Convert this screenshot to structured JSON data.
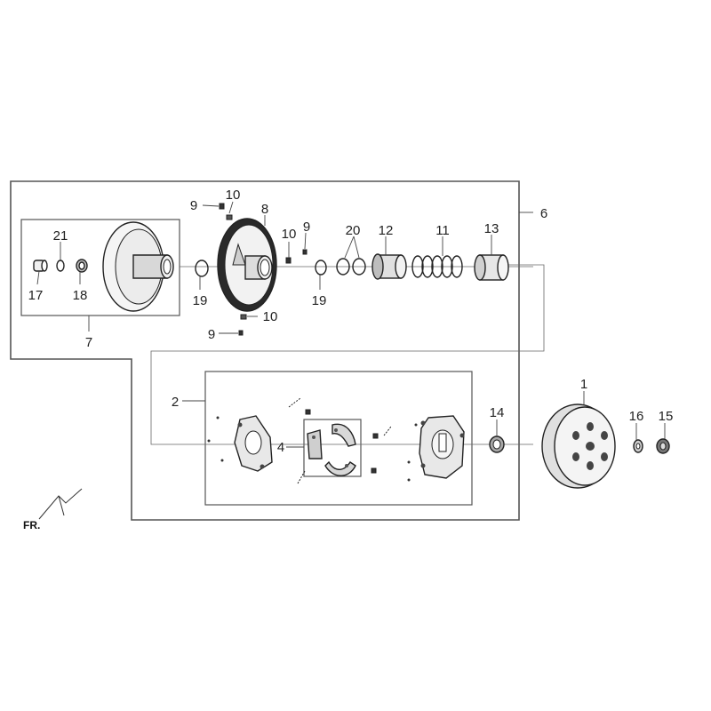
{
  "labels": {
    "p1": "1",
    "p2": "2",
    "p4": "4",
    "p6": "6",
    "p7": "7",
    "p8": "8",
    "p9a": "9",
    "p9b": "9",
    "p9c": "9",
    "p10a": "10",
    "p10b": "10",
    "p10c": "10",
    "p11": "11",
    "p12": "12",
    "p13": "13",
    "p14": "14",
    "p15": "15",
    "p16": "16",
    "p17": "17",
    "p18": "18",
    "p19a": "19",
    "p19b": "19",
    "p20": "20",
    "p21": "21"
  },
  "direction": {
    "label": "FR."
  },
  "colors": {
    "ink": "#222222",
    "frame": "#555555",
    "part_fill": "#f2f2f2",
    "part_shade": "#bdbdbd"
  }
}
